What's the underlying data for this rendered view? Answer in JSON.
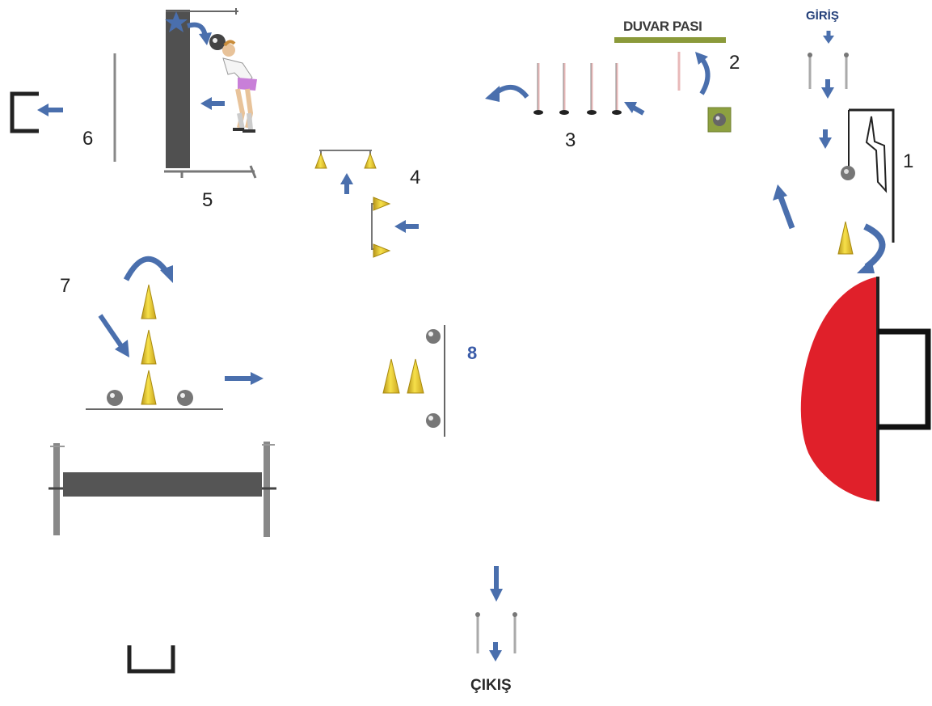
{
  "course": {
    "entry_label": "GİRİŞ",
    "exit_label": "ÇIKIŞ",
    "wall_label": "DUVAR PASI",
    "station_labels": {
      "s1": "1",
      "s2": "2",
      "s3": "3",
      "s4": "4",
      "s5": "5",
      "s6": "6",
      "s7": "7",
      "s8": "8"
    }
  },
  "colors": {
    "arrow": "#4a6fad",
    "cone": "#f2d42a",
    "goal_area": "#e0202a",
    "bench": "#555555",
    "wall_board": "#8b9a3a",
    "line": "#555555"
  }
}
